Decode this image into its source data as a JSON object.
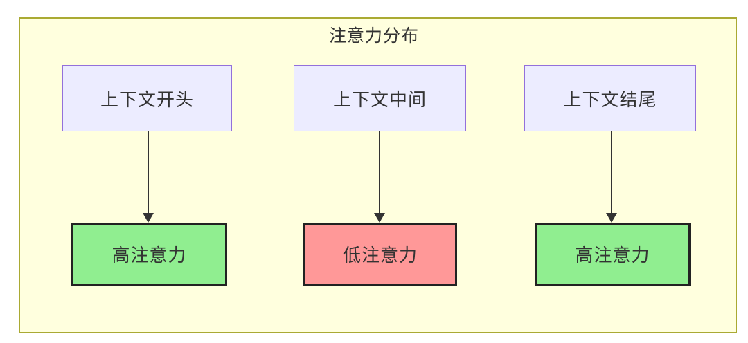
{
  "diagram": {
    "title": "注意力分布",
    "columns": [
      {
        "source": "上下文开头",
        "target": "高注意力",
        "level": "high"
      },
      {
        "source": "上下文中间",
        "target": "低注意力",
        "level": "low"
      },
      {
        "source": "上下文结尾",
        "target": "高注意力",
        "level": "high"
      }
    ],
    "colors": {
      "container_fill": "#FFFFDE",
      "container_border": "#AAAA33",
      "top_node_fill": "#ECECFF",
      "top_node_border": "#9370DB",
      "high_fill": "#90EE90",
      "low_fill": "#FF9898",
      "bottom_node_border": "#222222",
      "arrow": "#333333",
      "text": "#333333"
    }
  }
}
